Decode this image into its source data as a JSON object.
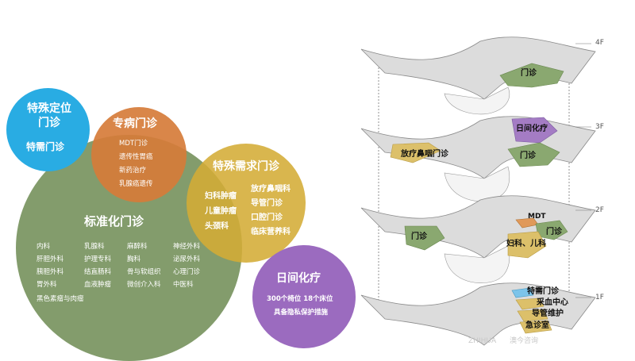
{
  "bubbles": {
    "special_position": {
      "title": "特殊定位门诊",
      "items": [
        "特需门诊"
      ],
      "color": "#29ace3"
    },
    "specialty": {
      "title": "专病门诊",
      "items": [
        "MDT门诊",
        "遗传性胃癌",
        "新药治疗",
        "乳腺癌遗传"
      ],
      "color": "#d67c3a"
    },
    "special_need": {
      "title": "特殊需求门诊",
      "items_left": [
        "妇科肿瘤",
        "儿童肿瘤",
        "头颈科"
      ],
      "items_right": [
        "放疗鼻咽科",
        "导管门诊",
        "口腔门诊",
        "临床营养科"
      ],
      "color": "#d4ac36"
    },
    "standard": {
      "title": "标准化门诊",
      "cols": [
        [
          "内科",
          "肝胆外科",
          "胰胆外科",
          "胃外科",
          "黑色素瘤与肉瘤"
        ],
        [
          "乳腺科",
          "护理专科",
          "结直肠科",
          "血液肿瘤"
        ],
        [
          "麻醉科",
          "胸科",
          "骨与软组织",
          "微创介入科"
        ],
        [
          "神经外科",
          "泌尿外科",
          "心理门诊",
          "中医科"
        ]
      ],
      "color": "#78945f"
    },
    "day_chemo": {
      "title": "日间化疗",
      "items": [
        "300个椅位 18个床位",
        "具备隐私保护措施"
      ],
      "color": "#9b6bbf"
    }
  },
  "floors": [
    {
      "tag": "4F",
      "zones": [
        "门诊"
      ]
    },
    {
      "tag": "3F",
      "zones": [
        "日间化疗",
        "放疗鼻咽门诊",
        "门诊"
      ]
    },
    {
      "tag": "2F",
      "zones": [
        "MDT",
        "门诊",
        "门诊",
        "妇科、儿科"
      ]
    },
    {
      "tag": "1F",
      "zones": [
        "特需门诊",
        "采血中心",
        "导管维护",
        "急诊室"
      ]
    }
  ],
  "zone_colors": {
    "green": "#8aa870",
    "purple": "#a47cc4",
    "yellow": "#dcc06a",
    "orange": "#e0995a",
    "blue": "#7cc4ea",
    "floor": "#d8d8d8"
  },
  "watermark": {
    "left": "ZHIHUA",
    "right": "澳今咨询"
  }
}
